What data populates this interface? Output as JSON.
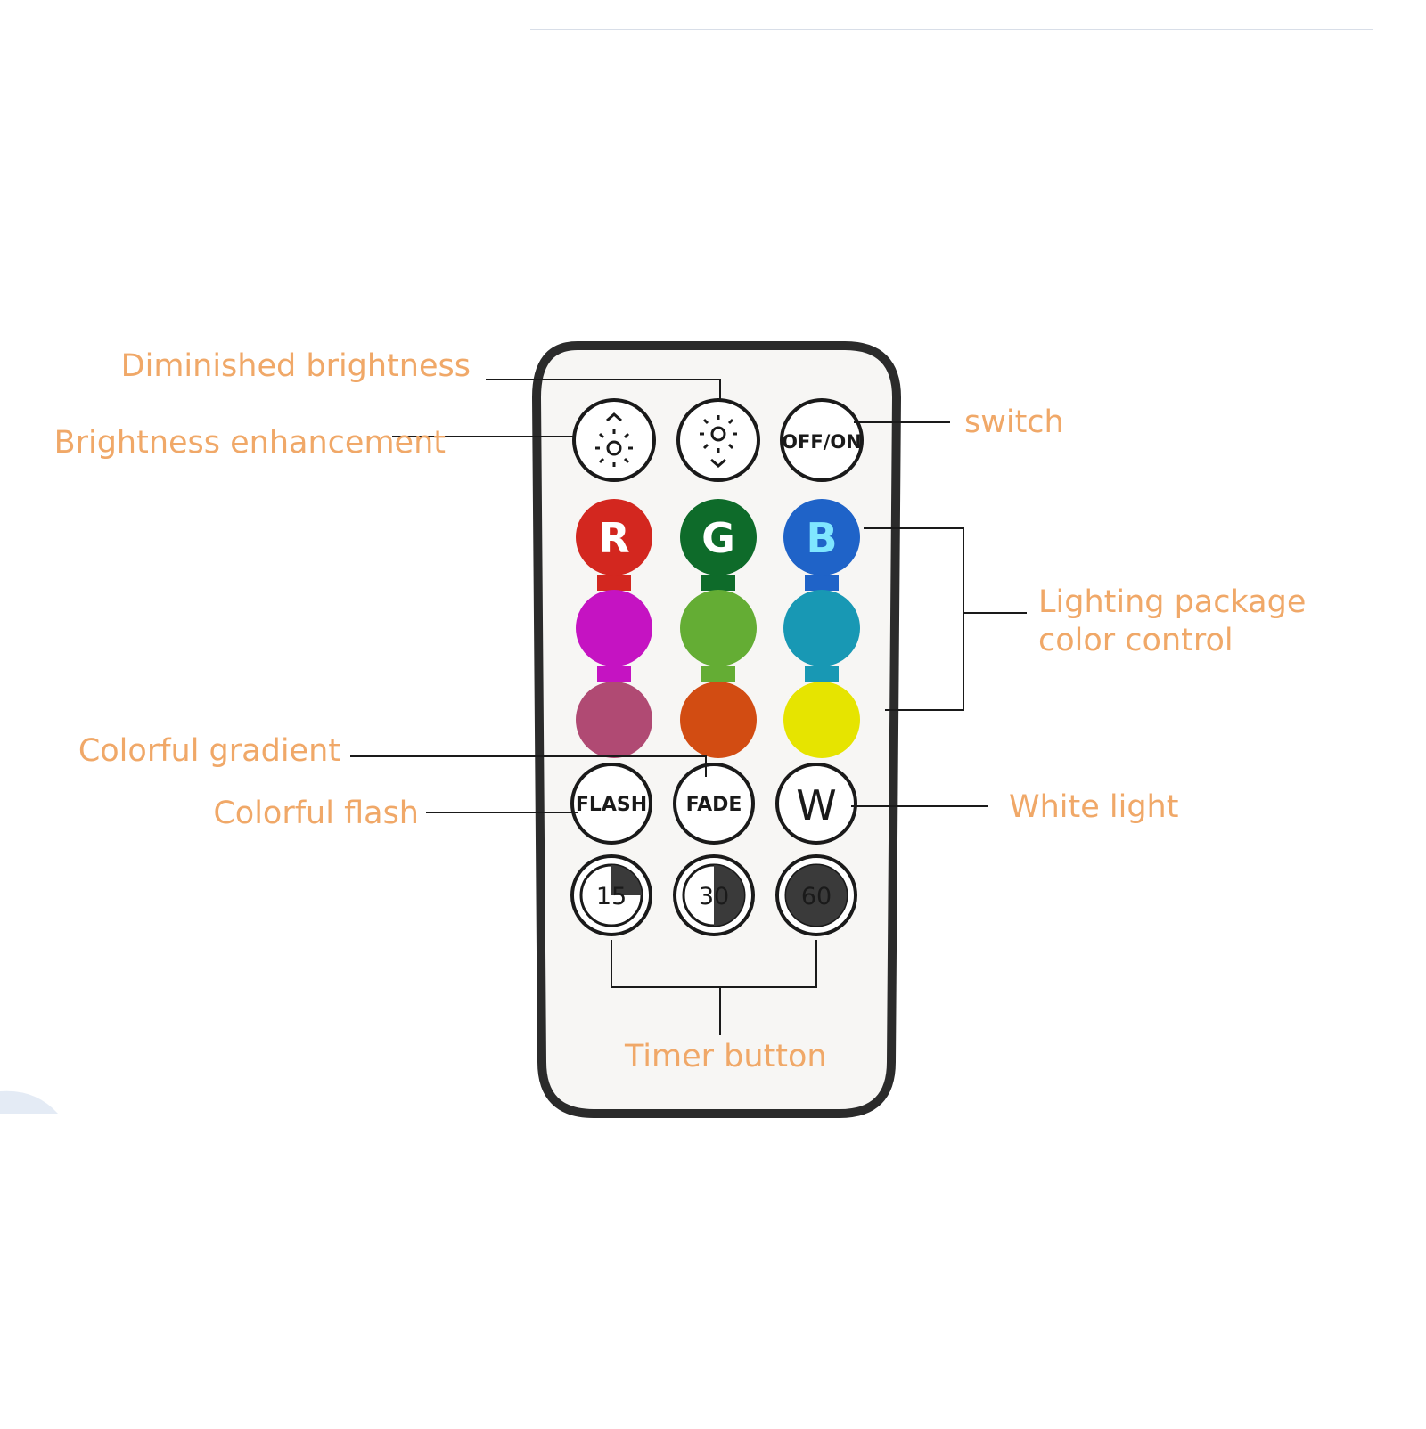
{
  "theme": {
    "label_color": "#f0a868",
    "line_color": "#1a1a1a",
    "remote_border": "#2b2b2b",
    "remote_fill": "#f7f6f4"
  },
  "callouts": {
    "diminished_brightness": "Diminished brightness",
    "brightness_enhancement": "Brightness enhancement",
    "switch": "switch",
    "lighting_package": "Lighting package\ncolor control",
    "colorful_gradient": "Colorful gradient",
    "colorful_flash": "Colorful flash",
    "white_light": "White light",
    "timer_button": "Timer button"
  },
  "remote": {
    "power_label": "OFF/ON",
    "rgb": [
      {
        "label": "R",
        "color": "#d3271f",
        "text_color": "#ffffff"
      },
      {
        "label": "G",
        "color": "#0e6b2a",
        "text_color": "#ffffff"
      },
      {
        "label": "B",
        "color": "#1f63c8",
        "text_color": "#7fe6ff"
      }
    ],
    "color_rows": [
      [
        "#c513c2",
        "#64ad34",
        "#1898b4"
      ],
      [
        "#b04a73",
        "#d24c12",
        "#e6e400"
      ]
    ],
    "connector_rows": [
      [
        "#d3271f",
        "#0e6b2a",
        "#1f63c8"
      ],
      [
        "#c513c2",
        "#64ad34",
        "#1898b4"
      ]
    ],
    "flash_label": "FLASH",
    "fade_label": "FADE",
    "white_label": "W",
    "timers": [
      {
        "label": "15",
        "fill_fraction": 0.25
      },
      {
        "label": "30",
        "fill_fraction": 0.5
      },
      {
        "label": "60",
        "fill_fraction": 1.0
      }
    ]
  }
}
